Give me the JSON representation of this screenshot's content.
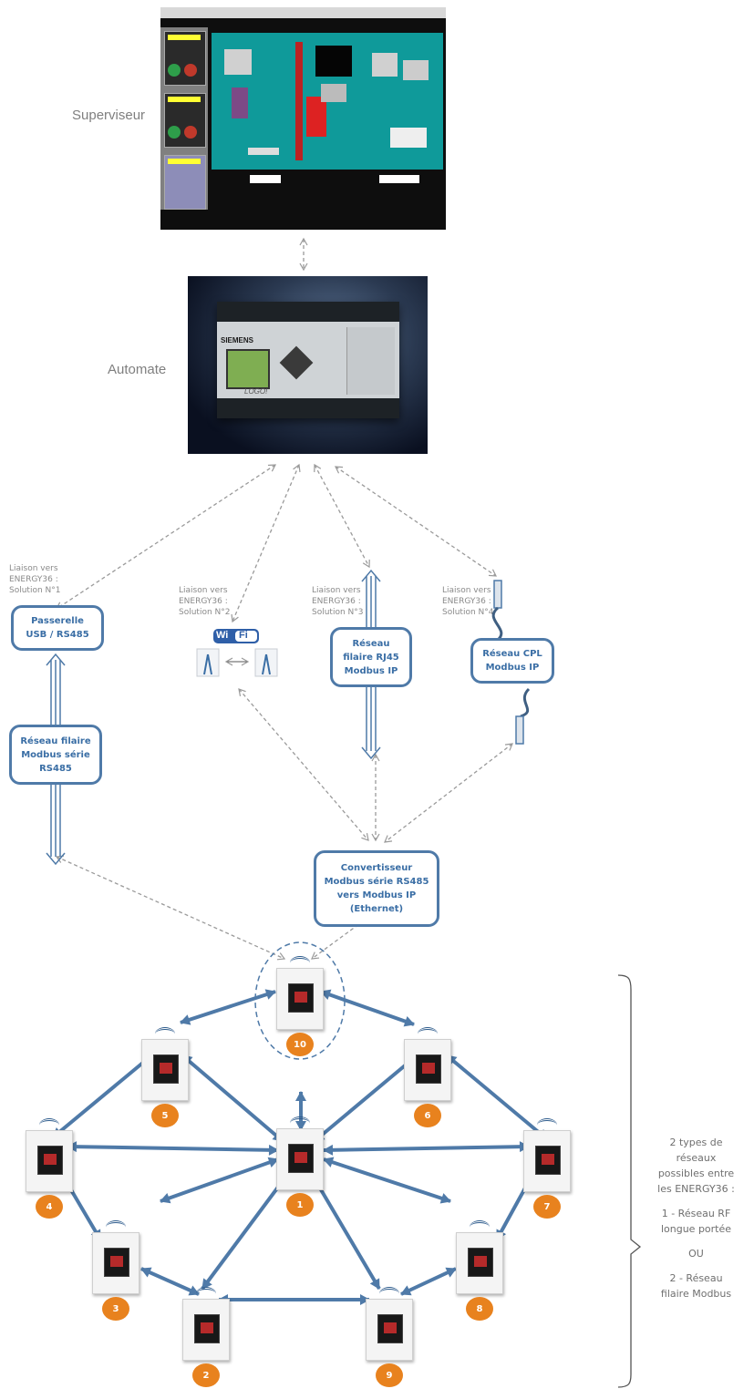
{
  "labels": {
    "supervisor": "Superviseur",
    "automaton": "Automate",
    "plc_brand": "SIEMENS",
    "plc_model": "LOGO!"
  },
  "solutions": [
    {
      "line1": "Liaison vers",
      "line2": "ENERGY36 :",
      "line3": "Solution N°1"
    },
    {
      "line1": "Liaison vers",
      "line2": "ENERGY36 :",
      "line3": "Solution N°2"
    },
    {
      "line1": "Liaison vers",
      "line2": "ENERGY36 :",
      "line3": "Solution N°3"
    },
    {
      "line1": "Liaison vers",
      "line2": "ENERGY36 :",
      "line3": "Solution N°4"
    }
  ],
  "boxes": {
    "gateway_l1": "Passerelle",
    "gateway_l2": "USB / RS485",
    "rs485_l1": "Réseau filaire",
    "rs485_l2": "Modbus série",
    "rs485_l3": "RS485",
    "rj45_l1": "Réseau",
    "rj45_l2": "filaire RJ45",
    "rj45_l3": "Modbus IP",
    "cpl_l1": "Réseau CPL",
    "cpl_l2": "Modbus IP",
    "conv_l1": "Convertisseur",
    "conv_l2": "Modbus série RS485",
    "conv_l3": "vers Modbus IP",
    "conv_l4": "(Ethernet)"
  },
  "wifi": {
    "left": "Wi",
    "right": "Fi"
  },
  "right_text": {
    "l1": "2 types de",
    "l2": "réseaux",
    "l3": "possibles entre",
    "l4": "les ENERGY36 :",
    "l5": "1 - Réseau RF",
    "l6": "longue portée",
    "l7": "OU",
    "l8": "2 - Réseau",
    "l9": "filaire Modbus"
  },
  "nodes": [
    "1",
    "2",
    "3",
    "4",
    "5",
    "6",
    "7",
    "8",
    "9",
    "10"
  ],
  "colors": {
    "arrow_blue": "#4f7aa8",
    "badge_orange": "#e8821e",
    "dashed_gray": "#9a9a9a"
  }
}
